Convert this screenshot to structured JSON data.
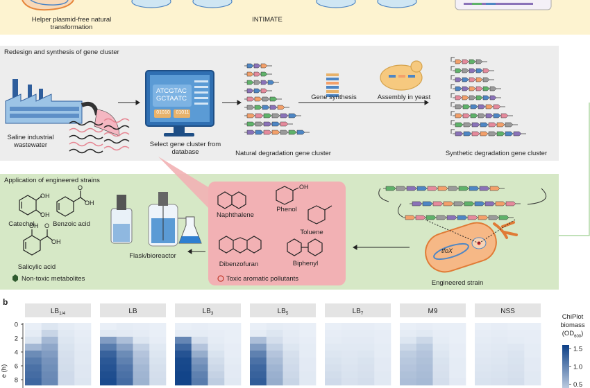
{
  "colors": {
    "top_band": "#fdf3d0",
    "middle_band": "#ededed",
    "bottom_band": "#d6e8c6",
    "pollutant_box": "#f2b1b4",
    "heat_low": "#f3f7fc",
    "heat_high": "#0c3f86",
    "dna_blue": "#4e86c4",
    "dna_orange": "#f3a06a",
    "dna_green": "#5fb26a",
    "dna_purple": "#8a72b8",
    "dna_pink": "#e58a9c",
    "dna_gray": "#9a9a9a",
    "arrow_green": "#9ccf8f"
  },
  "top": {
    "helper_label": "Helper plasmid-free natural transformation",
    "intimate_label": "INTIMATE"
  },
  "middle": {
    "title": "Redesign and synthesis of gene cluster",
    "wastewater_label": "Saline industrial wastewater",
    "monitor_lines": [
      "ATCGTAC",
      "GCTAATC"
    ],
    "monitor_boxes": [
      "01010",
      "01011"
    ],
    "select_label": "Select gene cluster from database",
    "natural_label": "Natural degradation gene cluster",
    "synthesis_label": "Gene synthesis",
    "assembly_label": "Assembly in yeast",
    "synthetic_label": "Synthetic degradation gene cluster"
  },
  "bottom": {
    "title": "Application of engineered strains",
    "metabolites": [
      "Catechol",
      "Benzoic acid",
      "Salicylic acid"
    ],
    "nontoxic_label": "Non-toxic metabolites",
    "flask_label": "Flask/bioreactor",
    "pollutants": [
      "Naphthalene",
      "Phenol",
      "Toluene",
      "Dibenzofuran",
      "Biphenyl"
    ],
    "toxic_label": "Toxic aromatic pollutants",
    "strain_label": "Engineered strain",
    "gene_label": "tfoX",
    "chem_labels": [
      "OH",
      "OH",
      "O",
      "OH",
      "OH",
      "O",
      "OH",
      "OH",
      "O"
    ]
  },
  "panel_b": {
    "letter": "b",
    "yaxis_label": "e (h)",
    "colorbar_title_lines": [
      "ChiPlot",
      "biomass",
      "(OD600)"
    ],
    "colorbar_title_sub": "600",
    "colorbar_ticks": [
      "1.5",
      "1.0",
      "0.5"
    ]
  },
  "chart_data": {
    "type": "heatmap",
    "columns_per_panel": 4,
    "colorbar_range": [
      0,
      1.6
    ],
    "y_ticks": [
      0,
      2,
      4,
      6,
      8
    ],
    "panels": [
      {
        "name": "LB1/4",
        "label_main": "LB",
        "label_sub": "1/4",
        "values": [
          [
            0.04,
            0.1,
            0.06,
            0.04
          ],
          [
            0.06,
            0.22,
            0.08,
            0.05
          ],
          [
            0.12,
            0.45,
            0.1,
            0.06
          ],
          [
            0.45,
            0.6,
            0.12,
            0.07
          ],
          [
            0.85,
            0.7,
            0.14,
            0.08
          ],
          [
            1.0,
            0.78,
            0.15,
            0.08
          ],
          [
            1.1,
            0.82,
            0.16,
            0.09
          ],
          [
            1.15,
            0.86,
            0.18,
            0.09
          ],
          [
            1.2,
            0.88,
            0.18,
            0.1
          ]
        ]
      },
      {
        "name": "LB",
        "label_main": "LB",
        "label_sub": "",
        "values": [
          [
            0.04,
            0.06,
            0.05,
            0.04
          ],
          [
            0.08,
            0.07,
            0.06,
            0.04
          ],
          [
            0.7,
            0.4,
            0.1,
            0.05
          ],
          [
            1.0,
            0.65,
            0.25,
            0.08
          ],
          [
            1.25,
            0.85,
            0.35,
            0.1
          ],
          [
            1.35,
            0.95,
            0.4,
            0.12
          ],
          [
            1.4,
            1.05,
            0.45,
            0.14
          ],
          [
            1.45,
            1.1,
            0.48,
            0.15
          ],
          [
            1.48,
            1.15,
            0.5,
            0.16
          ]
        ]
      },
      {
        "name": "LB3",
        "label_main": "LB",
        "label_sub": "3",
        "values": [
          [
            0.04,
            0.05,
            0.04,
            0.04
          ],
          [
            0.06,
            0.06,
            0.05,
            0.04
          ],
          [
            0.9,
            0.15,
            0.06,
            0.04
          ],
          [
            1.2,
            0.35,
            0.08,
            0.05
          ],
          [
            1.4,
            0.55,
            0.12,
            0.05
          ],
          [
            1.5,
            0.75,
            0.16,
            0.06
          ],
          [
            1.52,
            0.85,
            0.2,
            0.07
          ],
          [
            1.55,
            0.95,
            0.24,
            0.07
          ],
          [
            1.55,
            1.0,
            0.28,
            0.08
          ]
        ]
      },
      {
        "name": "LB5",
        "label_main": "LB",
        "label_sub": "5",
        "values": [
          [
            0.04,
            0.06,
            0.05,
            0.04
          ],
          [
            0.06,
            0.1,
            0.06,
            0.04
          ],
          [
            0.4,
            0.15,
            0.07,
            0.05
          ],
          [
            0.7,
            0.25,
            0.1,
            0.06
          ],
          [
            0.95,
            0.35,
            0.14,
            0.06
          ],
          [
            1.1,
            0.42,
            0.16,
            0.07
          ],
          [
            1.2,
            0.48,
            0.18,
            0.07
          ],
          [
            1.25,
            0.52,
            0.2,
            0.08
          ],
          [
            1.3,
            0.55,
            0.22,
            0.08
          ]
        ]
      },
      {
        "name": "LB7",
        "label_main": "LB",
        "label_sub": "7",
        "values": [
          [
            0.04,
            0.05,
            0.05,
            0.04
          ],
          [
            0.05,
            0.06,
            0.06,
            0.05
          ],
          [
            0.06,
            0.07,
            0.07,
            0.05
          ],
          [
            0.08,
            0.08,
            0.08,
            0.06
          ],
          [
            0.1,
            0.09,
            0.1,
            0.06
          ],
          [
            0.12,
            0.1,
            0.12,
            0.07
          ],
          [
            0.14,
            0.11,
            0.13,
            0.07
          ],
          [
            0.16,
            0.12,
            0.14,
            0.08
          ],
          [
            0.18,
            0.13,
            0.15,
            0.08
          ]
        ]
      },
      {
        "name": "M9",
        "label_main": "M9",
        "label_sub": "",
        "values": [
          [
            0.04,
            0.05,
            0.04,
            0.04
          ],
          [
            0.06,
            0.08,
            0.05,
            0.04
          ],
          [
            0.1,
            0.2,
            0.06,
            0.04
          ],
          [
            0.2,
            0.3,
            0.08,
            0.05
          ],
          [
            0.28,
            0.35,
            0.1,
            0.05
          ],
          [
            0.32,
            0.38,
            0.12,
            0.06
          ],
          [
            0.35,
            0.4,
            0.13,
            0.06
          ],
          [
            0.38,
            0.42,
            0.14,
            0.06
          ],
          [
            0.4,
            0.44,
            0.15,
            0.07
          ]
        ]
      },
      {
        "name": "NSS",
        "label_main": "NSS",
        "label_sub": "",
        "values": [
          [
            0.04,
            0.05,
            0.04,
            0.04
          ],
          [
            0.05,
            0.06,
            0.05,
            0.05
          ],
          [
            0.06,
            0.07,
            0.06,
            0.05
          ],
          [
            0.07,
            0.08,
            0.09,
            0.06
          ],
          [
            0.08,
            0.09,
            0.11,
            0.06
          ],
          [
            0.09,
            0.1,
            0.12,
            0.07
          ],
          [
            0.1,
            0.11,
            0.13,
            0.07
          ],
          [
            0.11,
            0.12,
            0.14,
            0.08
          ],
          [
            0.12,
            0.13,
            0.15,
            0.08
          ]
        ]
      }
    ]
  }
}
